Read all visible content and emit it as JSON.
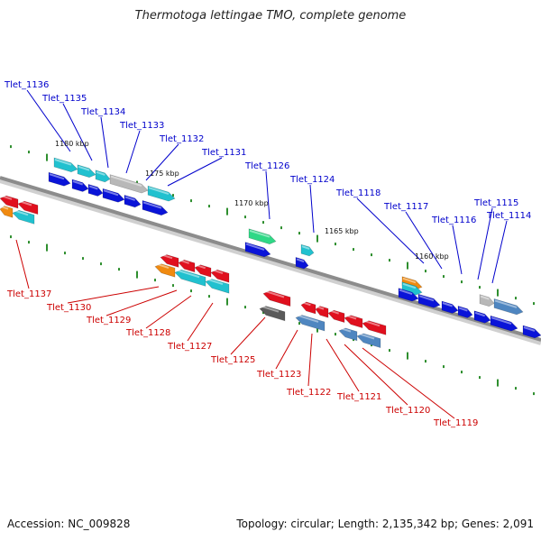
{
  "header": {
    "title": "Thermotoga lettingae TMO, complete genome"
  },
  "footer": {
    "accession": "Accession: NC_009828",
    "topology": "Topology: circular; Length: 2,135,342 bp; Genes: 2,091"
  },
  "colors": {
    "backbone": "#8c8c8c",
    "tick": "#2f8f2f",
    "forward_label": "#0000cc",
    "reverse_label": "#cc0000",
    "blue_gene": "#0a14d8",
    "red_gene": "#e0101e",
    "cyan_gene": "#21c1cf",
    "orange_gene": "#f08a10",
    "gray_gene": "#b8b8b8",
    "steel_gene": "#4f86c0",
    "green_gene": "#2fd886",
    "darkgray_gene": "#5a5a5a"
  },
  "kbp_markers": [
    "1180 kbp",
    "1175 kbp",
    "1170 kbp",
    "1165 kbp",
    "1160 kbp"
  ],
  "forward_labels": [
    "Tlet_1136",
    "Tlet_1135",
    "Tlet_1134",
    "Tlet_1133",
    "Tlet_1132",
    "Tlet_1131",
    "Tlet_1126",
    "Tlet_1124",
    "Tlet_1118",
    "Tlet_1117",
    "Tlet_1116",
    "Tlet_1115",
    "Tlet_1114"
  ],
  "reverse_labels": [
    "Tlet_1137",
    "Tlet_1130",
    "Tlet_1129",
    "Tlet_1128",
    "Tlet_1127",
    "Tlet_1125",
    "Tlet_1123",
    "Tlet_1122",
    "Tlet_1121",
    "Tlet_1120",
    "Tlet_1119"
  ]
}
